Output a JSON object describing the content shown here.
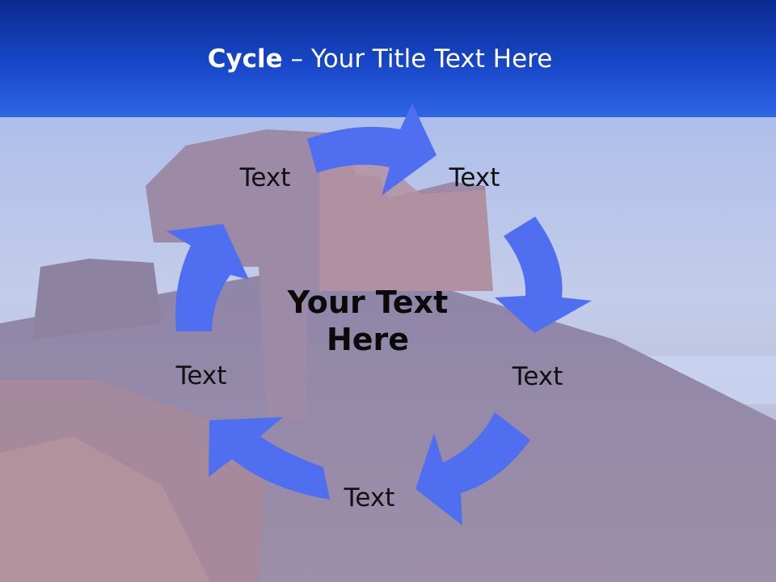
{
  "slide": {
    "title_bold": "Cycle",
    "title_rest": " – Your Title Text Here"
  },
  "diagram": {
    "center_text_line1": "Your Text",
    "center_text_line2": "Here",
    "nodes": [
      {
        "label": "Text"
      },
      {
        "label": "Text"
      },
      {
        "label": "Text"
      },
      {
        "label": "Text"
      },
      {
        "label": "Text"
      }
    ],
    "arrow_color": "#4f6ff0"
  },
  "colors": {
    "header_dark": "#0b2a8f",
    "header_light": "#2f66e6",
    "sky_tint": "#b8c8ee",
    "ground_tint": "#8a7fa8"
  }
}
